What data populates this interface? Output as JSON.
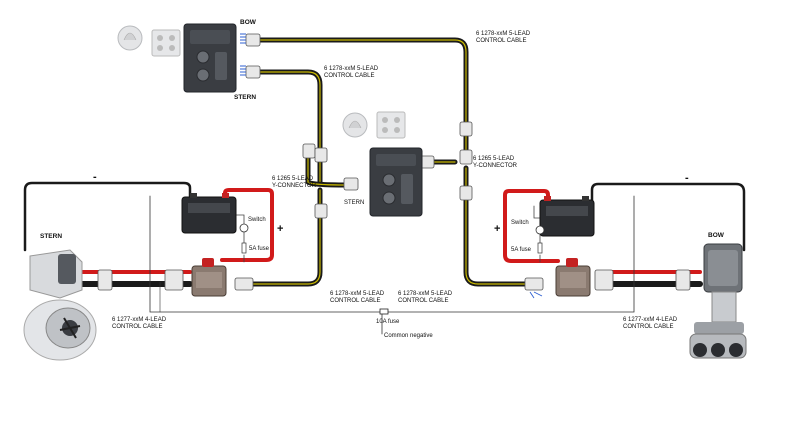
{
  "labels": {
    "bow_top": "BOW",
    "stern_top": "STERN",
    "cable_top_right_1": "6 1278-xxM 5-LEAD",
    "cable_top_right_2": "CONTROL CABLE",
    "cable_top_mid_1": "6 1278-xxM 5-LEAD",
    "cable_top_mid_2": "CONTROL CABLE",
    "yconn_left_1": "6 1265 5-LEAD",
    "yconn_left_2": "Y-CONNECTOR",
    "yconn_right_1": "6 1265 5-LEAD",
    "yconn_right_2": "Y-CONNECTOR",
    "stern_panel": "STERN",
    "stern_thruster": "STERN",
    "bow_thruster": "BOW",
    "switch_left": "Switch",
    "switch_right": "Switch",
    "fuse_left": "5A fuse",
    "fuse_right": "5A fuse",
    "cable_bot_l_1": "6 1278-xxM 5-LEAD",
    "cable_bot_l_2": "CONTROL CABLE",
    "cable_bot_r_1": "6 1278-xxM 5-LEAD",
    "cable_bot_r_2": "CONTROL CABLE",
    "four_lead_l_1": "6 1277-xxM 4-LEAD",
    "four_lead_l_2": "CONTROL CABLE",
    "four_lead_r_1": "6 1277-xxM 4-LEAD",
    "four_lead_r_2": "CONTROL CABLE",
    "fuse_10a": "10A fuse",
    "common_negative": "Common negative",
    "minus_left": "-",
    "minus_right": "-",
    "plus_left": "+",
    "plus_right": "+"
  },
  "colors": {
    "cable_black": "#1a1a1a",
    "cable_yellow": "#c8b800",
    "power_red": "#d11a1a",
    "panel_dark": "#3a3d42",
    "thruster_grey": "#cfd2d6"
  }
}
